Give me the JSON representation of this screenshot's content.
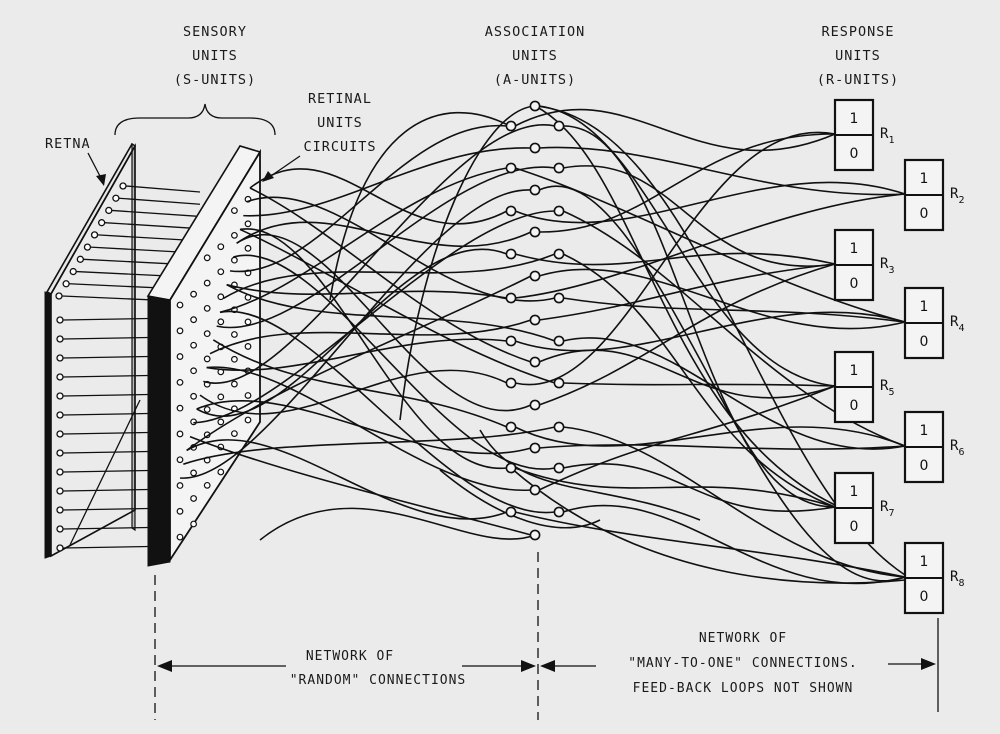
{
  "labels": {
    "sensory": [
      "SENSORY",
      "UNITS",
      "(S-UNITS)"
    ],
    "association": [
      "ASSOCIATION",
      "UNITS",
      "(A-UNITS)"
    ],
    "response": [
      "RESPONSE",
      "UNITS",
      "(R-UNITS)"
    ],
    "retinal": [
      "RETINAL",
      "UNITS",
      "CIRCUITS"
    ],
    "retna": "RETNA",
    "network_random": [
      "NETWORK OF",
      "\"RANDOM\" CONNECTIONS"
    ],
    "network_many": [
      "NETWORK OF",
      "\"MANY-TO-ONE\" CONNECTIONS.",
      "FEED-BACK LOOPS NOT SHOWN"
    ]
  },
  "response_units": [
    {
      "r": "R",
      "sub": "1",
      "top": "1",
      "bottom": "0"
    },
    {
      "r": "R",
      "sub": "2",
      "top": "1",
      "bottom": "0"
    },
    {
      "r": "R",
      "sub": "3",
      "top": "1",
      "bottom": "0"
    },
    {
      "r": "R",
      "sub": "4",
      "top": "1",
      "bottom": "0"
    },
    {
      "r": "R",
      "sub": "5",
      "top": "1",
      "bottom": "0"
    },
    {
      "r": "R",
      "sub": "6",
      "top": "1",
      "bottom": "0"
    },
    {
      "r": "R",
      "sub": "7",
      "top": "1",
      "bottom": "0"
    },
    {
      "r": "R",
      "sub": "8",
      "top": "1",
      "bottom": "0"
    }
  ],
  "colors": {
    "ink": "#111111",
    "background": "#ebebeb",
    "panel_face": "#f4f4f4"
  }
}
